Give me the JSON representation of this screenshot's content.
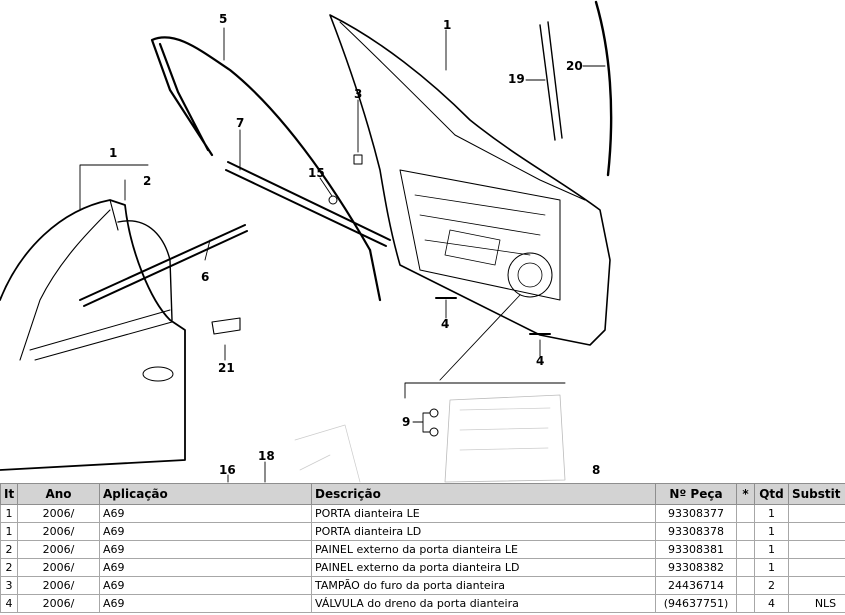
{
  "diagram": {
    "callouts": [
      "5",
      "1",
      "19",
      "20",
      "3",
      "7",
      "15",
      "1",
      "2",
      "6",
      "21",
      "4",
      "4",
      "9",
      "18",
      "16",
      "8"
    ]
  },
  "table": {
    "headers": [
      "It",
      "Ano",
      "Aplicação",
      "Descrição",
      "Nº Peça",
      "*",
      "Qtd",
      "Substit"
    ],
    "rows": [
      {
        "it": "1",
        "ano": "2006/",
        "aplicacao": "A69",
        "descricao": "PORTA dianteira LE",
        "peca": "93308377",
        "star": "",
        "qtd": "1",
        "substit": ""
      },
      {
        "it": "1",
        "ano": "2006/",
        "aplicacao": "A69",
        "descricao": "PORTA dianteira LD",
        "peca": "93308378",
        "star": "",
        "qtd": "1",
        "substit": ""
      },
      {
        "it": "2",
        "ano": "2006/",
        "aplicacao": "A69",
        "descricao": "PAINEL externo da porta dianteira LE",
        "peca": "93308381",
        "star": "",
        "qtd": "1",
        "substit": ""
      },
      {
        "it": "2",
        "ano": "2006/",
        "aplicacao": "A69",
        "descricao": "PAINEL externo da porta dianteira LD",
        "peca": "93308382",
        "star": "",
        "qtd": "1",
        "substit": ""
      },
      {
        "it": "3",
        "ano": "2006/",
        "aplicacao": "A69",
        "descricao": "TAMPÃO do furo da porta dianteira",
        "peca": "24436714",
        "star": "",
        "qtd": "2",
        "substit": ""
      },
      {
        "it": "4",
        "ano": "2006/",
        "aplicacao": "A69",
        "descricao": "VÁLVULA do dreno da porta dianteira",
        "peca": "(94637751)",
        "star": "",
        "qtd": "4",
        "substit": "NLS"
      }
    ]
  }
}
